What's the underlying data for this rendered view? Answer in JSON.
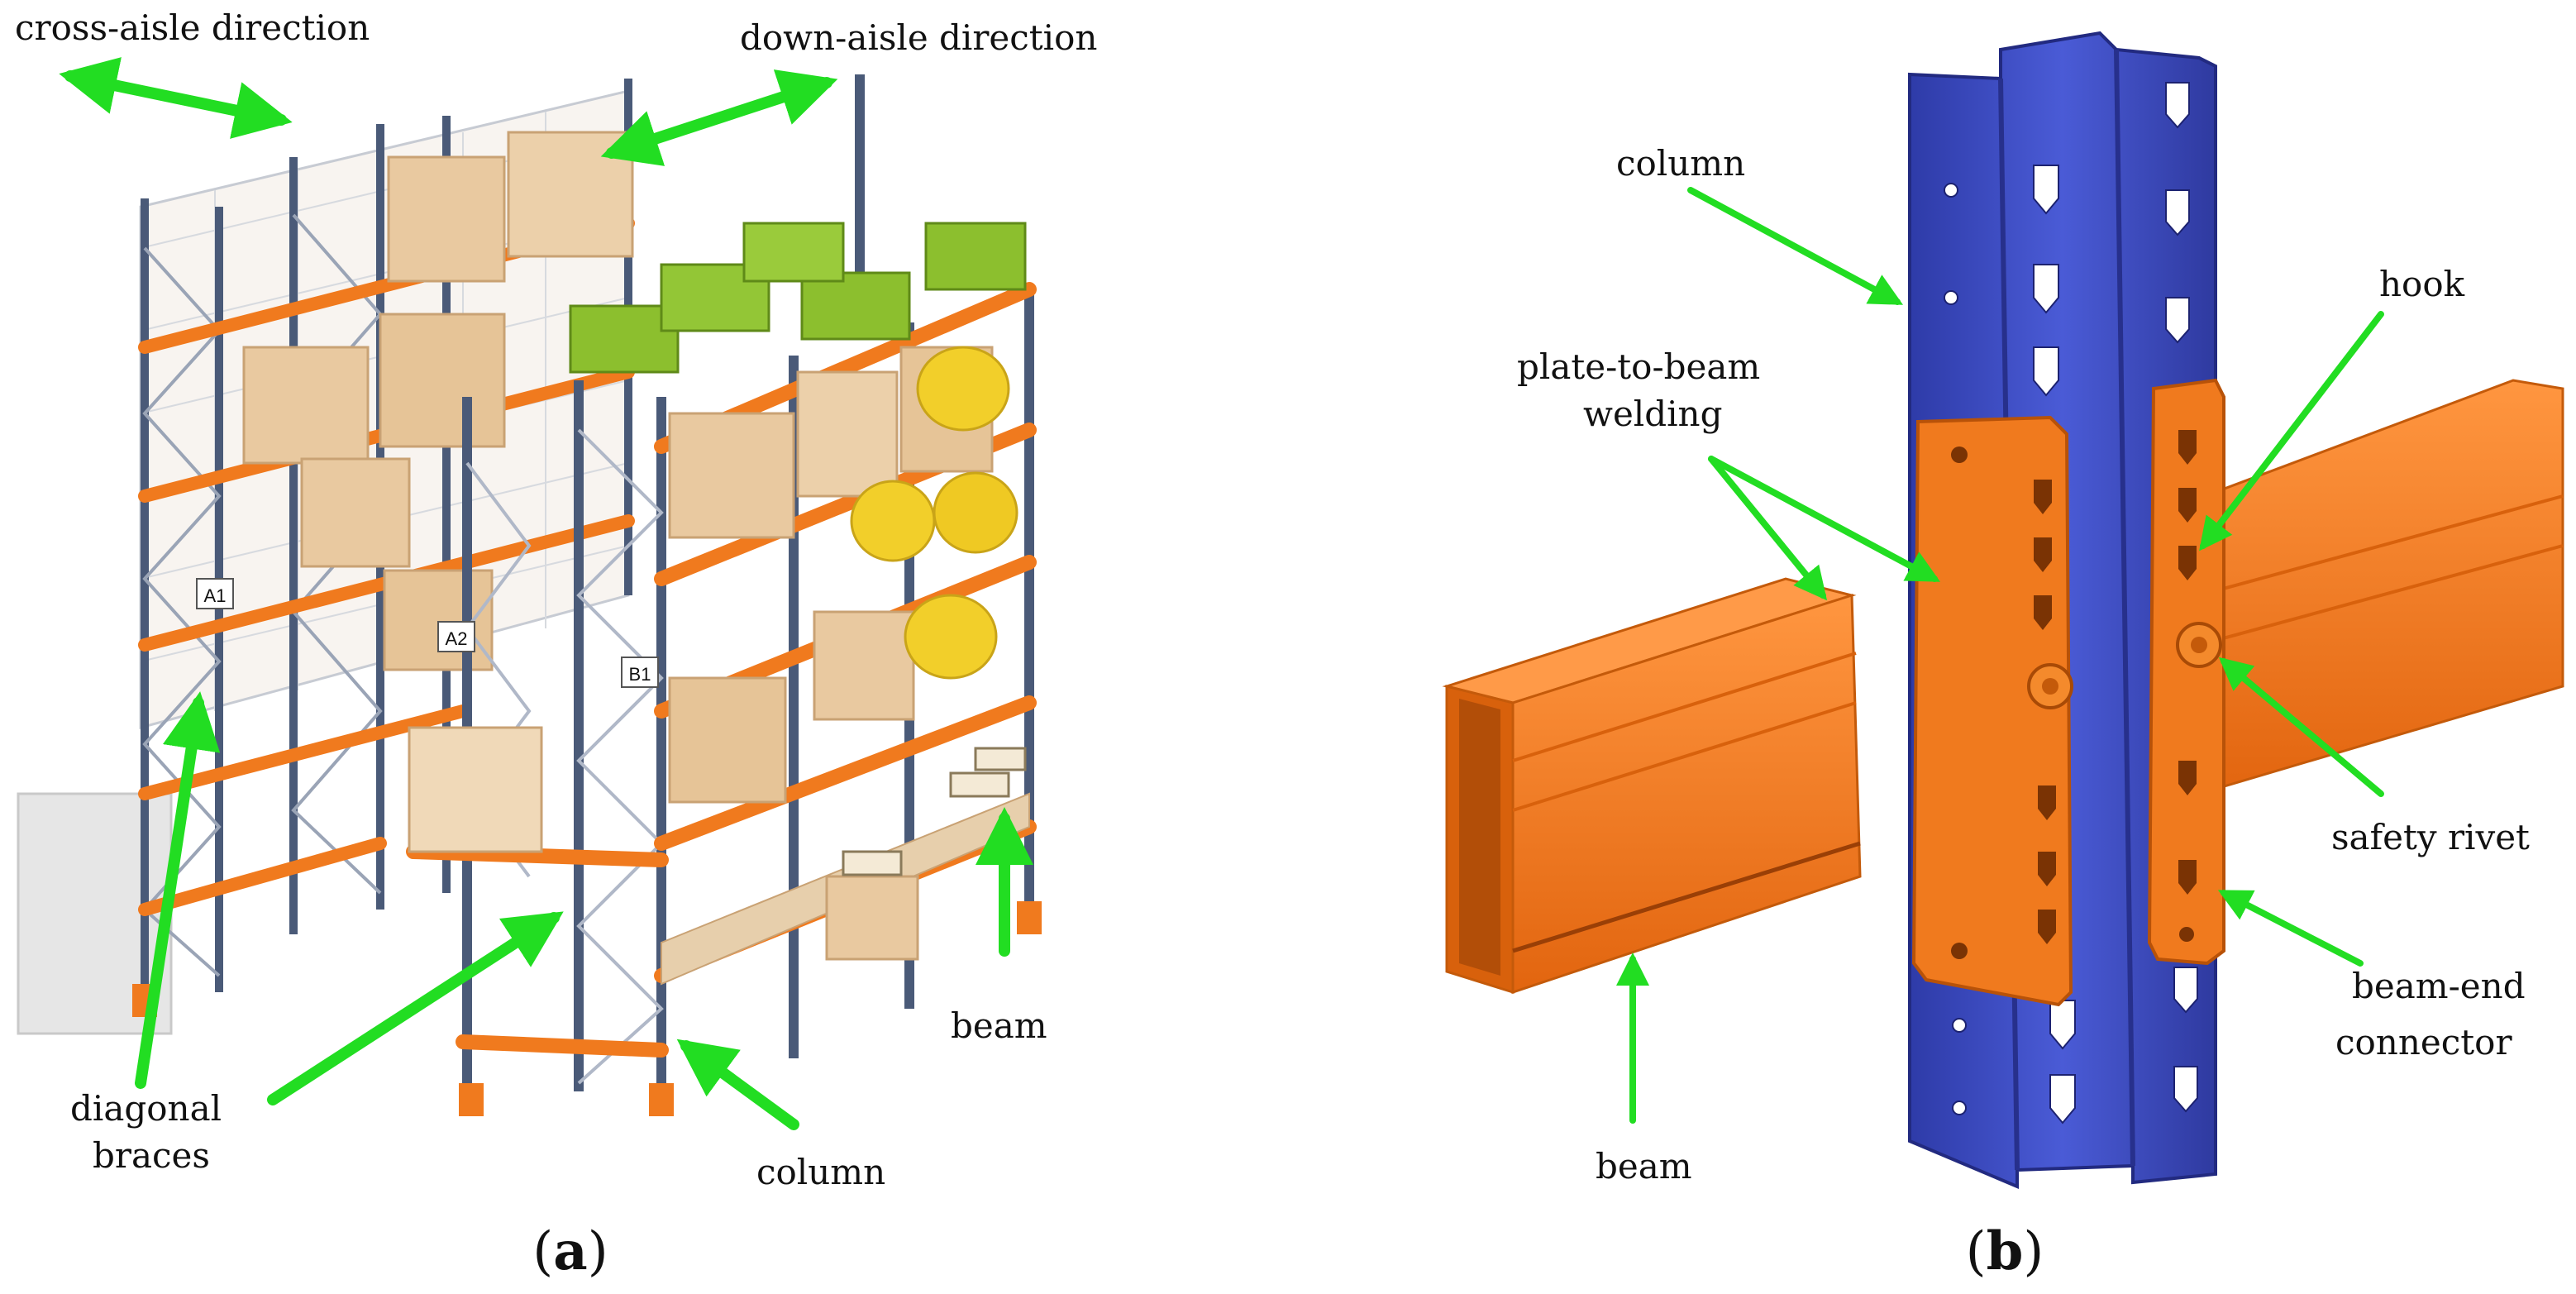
{
  "panel_a": {
    "caption_open": "(",
    "caption_letter": "a",
    "caption_close": ")",
    "labels": {
      "cross_aisle": "cross-aisle direction",
      "down_aisle": "down-aisle direction",
      "diagonal_line1": "diagonal",
      "diagonal_line2": "braces",
      "column": "column",
      "beam": "beam"
    },
    "rack_tags": {
      "a1": "A1",
      "a2": "A2",
      "b1": "B1"
    }
  },
  "panel_b": {
    "caption_open": "(",
    "caption_letter": "b",
    "caption_close": ")",
    "labels": {
      "column": "column",
      "plate_line1": "plate-to-beam",
      "plate_line2": "welding",
      "hook": "hook",
      "safety_rivet": "safety rivet",
      "beam_end_line1": "beam-end",
      "beam_end_line2": "connector",
      "beam": "beam"
    }
  },
  "colors": {
    "arrow": "#22dd22",
    "upright": "#4a5a78",
    "beam_orange": "#f07a1e",
    "box": "#e9c9a0",
    "crate_green": "#8cbf2e",
    "drum_yellow": "#f2cf2a",
    "column_blue": "#3f4fc4"
  }
}
